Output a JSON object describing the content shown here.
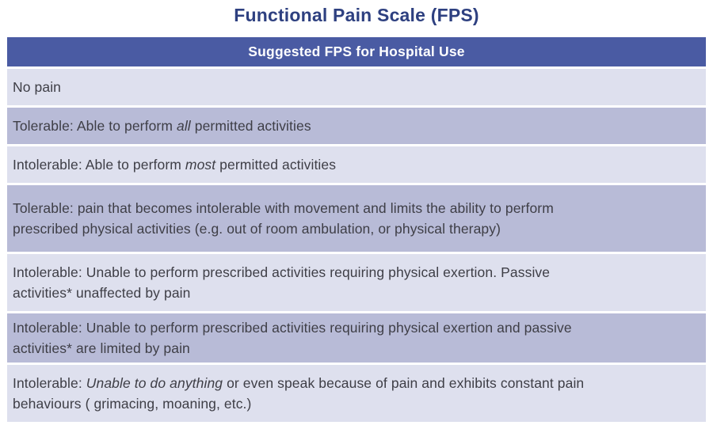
{
  "page": {
    "title": "Functional Pain Scale (FPS)"
  },
  "colors": {
    "title_text": "#2e4080",
    "header_bg": "#4a5ba3",
    "header_text": "#ffffff",
    "row_light_bg": "#dee0ee",
    "row_dark_bg": "#b8bbd7",
    "row_text": "#3e3e46",
    "page_bg": "#ffffff"
  },
  "table": {
    "header": "Suggested FPS for Hospital Use",
    "rows": [
      {
        "shade": "light",
        "segments": [
          {
            "text": "No pain"
          }
        ]
      },
      {
        "shade": "dark",
        "segments": [
          {
            "text": "Tolerable: Able to perform "
          },
          {
            "text": "all",
            "italic": true
          },
          {
            "text": " permitted activities"
          }
        ]
      },
      {
        "shade": "light",
        "segments": [
          {
            "text": "Intolerable: Able to perform "
          },
          {
            "text": "most",
            "italic": true
          },
          {
            "text": " permitted activities"
          }
        ]
      },
      {
        "shade": "dark",
        "tall": true,
        "segments": [
          {
            "text": "Tolerable: pain that becomes intolerable with movement and limits the ability to perform"
          },
          {
            "break": true
          },
          {
            "text": "prescribed physical activities (e.g. out of room ambulation, or physical therapy)"
          }
        ]
      },
      {
        "shade": "light",
        "segments": [
          {
            "text": "Intolerable: Unable to perform prescribed activities requiring physical exertion. Passive"
          },
          {
            "break": true
          },
          {
            "text": "activities* unaffected by pain"
          }
        ]
      },
      {
        "shade": "dark",
        "compact": true,
        "segments": [
          {
            "text": "Intolerable: Unable to perform prescribed activities requiring physical exertion and passive"
          },
          {
            "break": true
          },
          {
            "text": "activities* are limited by pain"
          }
        ]
      },
      {
        "shade": "light",
        "segments": [
          {
            "text": "Intolerable: "
          },
          {
            "text": "Unable to do anything",
            "italic": true
          },
          {
            "text": " or even speak because of pain and exhibits constant pain"
          },
          {
            "break": true
          },
          {
            "text": "behaviours ( grimacing, moaning, etc.)"
          }
        ]
      }
    ]
  }
}
